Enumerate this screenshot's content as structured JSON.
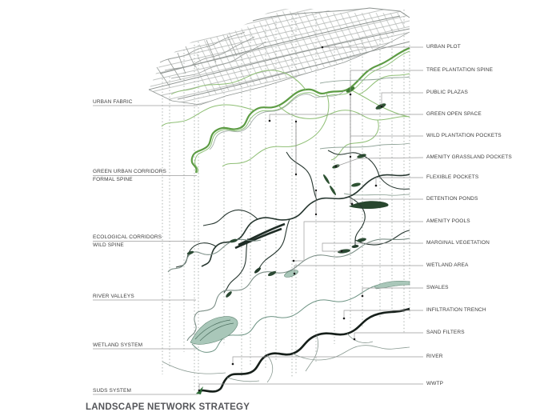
{
  "title": "LANDSCAPE NETWORK STRATEGY",
  "colors": {
    "urban_grid": "#a3a8a5",
    "urban_grid_dark": "#8d9390",
    "green_corridor": "#5d9c44",
    "green_light": "#8fc27a",
    "pocket_dark_green": "#2e5233",
    "eco_dark": "#273730",
    "river_valley": "#7c8f87",
    "wetland_teal": "#a9c7b9",
    "wetland_edge": "#5f8472",
    "suds_river": "#161f1a",
    "leader_gray": "#9b9b9b",
    "label_text": "#3c3c3c"
  },
  "left_labels": [
    {
      "line1": "URBAN FABRIC"
    },
    {
      "line1": "GREEN URBAN CORRIDORS",
      "line2": "FORMAL SPINE"
    },
    {
      "line1": "ECOLOGICAL CORRIDORS",
      "line2": "WILD SPINE"
    },
    {
      "line1": "RIVER VALLEYS"
    },
    {
      "line1": "WETLAND SYSTEM"
    },
    {
      "line1": "SUDS SYSTEM"
    }
  ],
  "right_labels": [
    "URBAN PLOT",
    "TREE PLANTATION SPINE",
    "PUBLIC PLAZAS",
    "GREEN  OPEN SPACE",
    "WILD PLANTATION POCKETS",
    "AMENITY GRASSLAND POCKETS",
    "FLEXIBLE POCKETS",
    "DETENTION PONDS",
    "AMENITY POOLS",
    "MARGINAL VEGETATION",
    "WETLAND AREA",
    "SWALES",
    "INFILTRATION TRENCH",
    "SAND FILTERS",
    "RIVER",
    "WWTP"
  ]
}
